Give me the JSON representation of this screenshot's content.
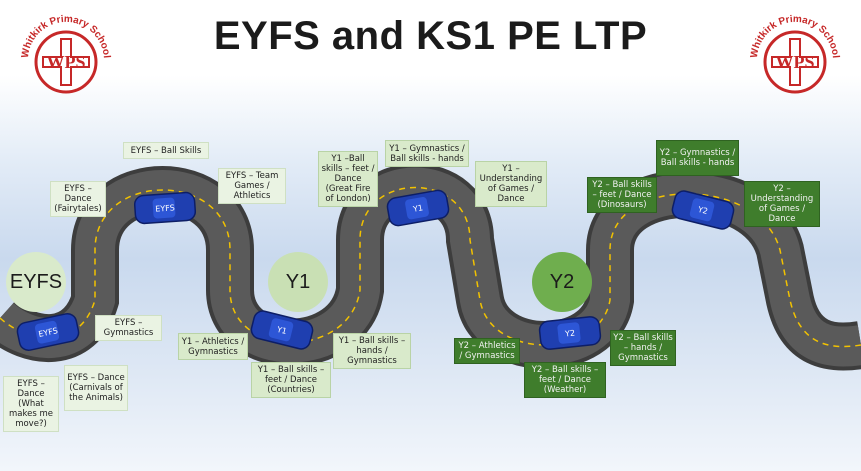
{
  "title": "EYFS and KS1 PE LTP",
  "logo": {
    "text": "Whitkirk Primary School",
    "initials": "WPS"
  },
  "stages": [
    {
      "label": "EYFS",
      "color": "#d9eacb"
    },
    {
      "label": "Y1",
      "color": "#c9e0b4"
    },
    {
      "label": "Y2",
      "color": "#6fae4e"
    }
  ],
  "cars": [
    "EYFS",
    "EYFS",
    "Y1",
    "Y1",
    "Y2",
    "Y2"
  ],
  "boxes": {
    "eyfs_ball_skills": "EYFS – Ball Skills",
    "eyfs_dance_fairytales": "EYFS – Dance (Fairytales)",
    "eyfs_team_games": "EYFS – Team Games / Athletics",
    "eyfs_gymnastics": "EYFS – Gymnastics",
    "eyfs_dance_move": "EYFS – Dance (What makes me move?)",
    "eyfs_dance_carnival": "EYFS – Dance (Carnivals of the Animals)",
    "y1_ball_skills_london": "Y1 –Ball skills – feet / Dance (Great Fire of London)",
    "y1_gym_ball": "Y1 – Gymnastics / Ball skills - hands",
    "y1_understanding": "Y1 – Understanding of Games / Dance",
    "y1_athletics": "Y1 – Athletics / Gymnastics",
    "y1_ball_countries": "Y1 – Ball skills – feet / Dance (Countries)",
    "y1_ball_hands_gym": "Y1 – Ball skills – hands / Gymnastics",
    "y2_gym_ball": "Y2 – Gymnastics / Ball skills - hands",
    "y2_ball_dinosaurs": "Y2 – Ball skills – feet / Dance (Dinosaurs)",
    "y2_understanding": "Y2 – Understanding of Games / Dance",
    "y2_athletics": "Y2 – Athletics / Gymnastics",
    "y2_ball_weather": "Y2 – Ball skills – feet / Dance (Weather)",
    "y2_ball_hands_gym": "Y2 – Ball skills – hands / Gymnastics"
  }
}
